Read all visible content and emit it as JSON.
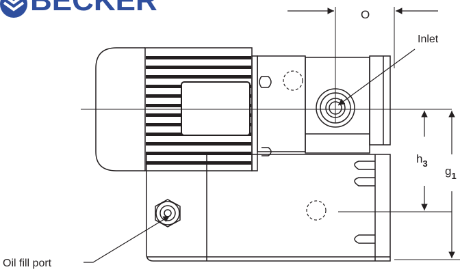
{
  "logo": {
    "text": "BECKER",
    "color": "#2f4f9e"
  },
  "labels": {
    "inlet": "Inlet",
    "oil_fill_port": "Oil fill port",
    "dim_o": "O",
    "dim_h": "h",
    "dim_h_sub": "3",
    "dim_g": "g",
    "dim_g_sub": "1"
  },
  "colors": {
    "line": "#231f20",
    "background": "#ffffff"
  }
}
